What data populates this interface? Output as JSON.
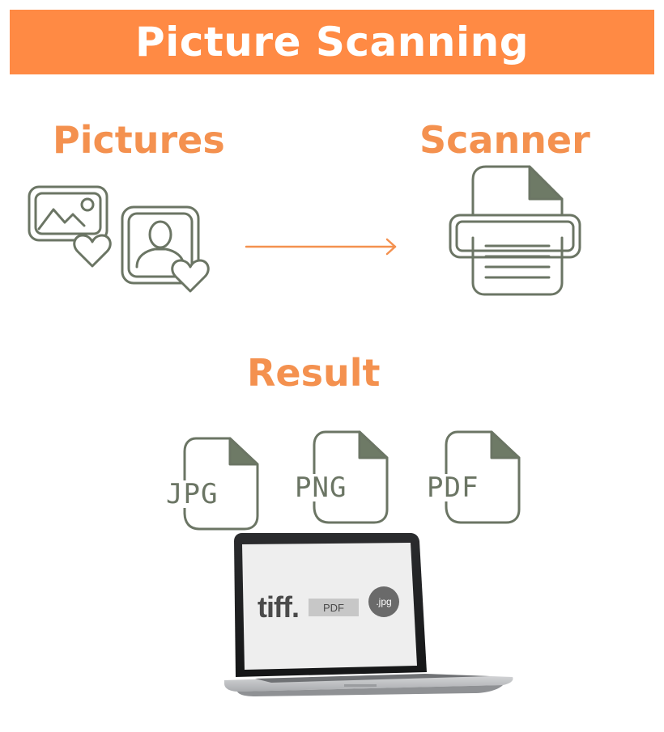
{
  "title": "Picture Scanning",
  "labels": {
    "pictures": "Pictures",
    "scanner": "Scanner",
    "result": "Result"
  },
  "files": [
    {
      "format": "JPG"
    },
    {
      "format": "PNG"
    },
    {
      "format": "PDF"
    }
  ],
  "laptop_screen": {
    "tiff": "tiff.",
    "pdf": "PDF",
    "jpg": ".jpg"
  },
  "icons": [
    "landscape-photo-heart-icon",
    "portrait-photo-heart-icon",
    "arrow-right-icon",
    "printer-scanner-icon",
    "file-icon",
    "laptop-icon"
  ],
  "colors": {
    "accent": "#ff8a44",
    "heading": "#f4914f",
    "icon_stroke": "#6b7564",
    "file_corner": "#6e7a66"
  }
}
